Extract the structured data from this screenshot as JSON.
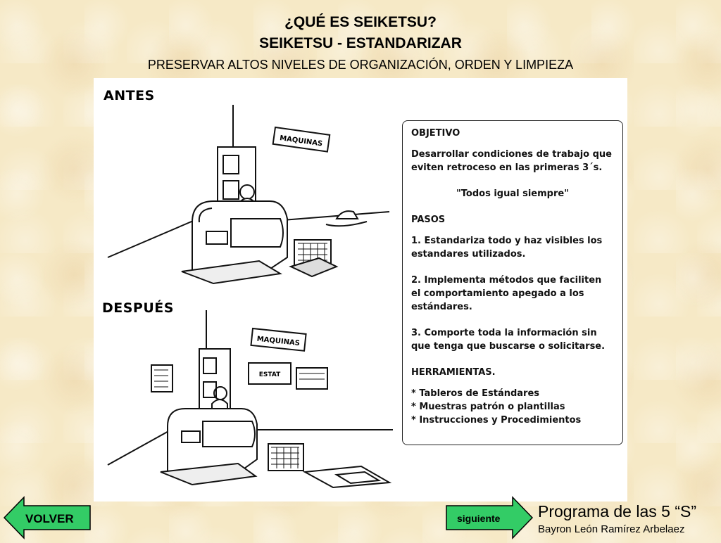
{
  "header": {
    "question": "¿QUÉ ES SEIKETSU?",
    "title": "SEIKETSU - ESTANDARIZAR",
    "subtitle": "PRESERVAR ALTOS NIVELES DE ORGANIZACIÓN, ORDEN Y LIMPIEZA"
  },
  "figure": {
    "antes_label": "ANTES",
    "despues_label": "DESPUÉS",
    "sign_maquinas": "MAQUINAS",
    "sign_estat": "ESTAT",
    "info": {
      "objetivo_title": "OBJETIVO",
      "objetivo_text": "Desarrollar condiciones de trabajo que eviten retroceso en las primeras 3´s.",
      "motto": "\"Todos igual siempre\"",
      "pasos_title": "PASOS",
      "paso1": "1. Estandariza todo y haz visibles los estandares utilizados.",
      "paso2": "2. Implementa métodos que faciliten el comportamiento apegado a los estándares.",
      "paso3": "3. Comporte toda la información sin que tenga que buscarse o solicitarse.",
      "herramientas_title": "HERRAMIENTAS.",
      "tool1": "* Tableros de Estándares",
      "tool2": "* Muestras patrón o plantillas",
      "tool3": "* Instrucciones y Procedimientos"
    }
  },
  "nav": {
    "back_label": "VOLVER",
    "next_label": "siguiente",
    "arrow_fill": "#33cc66"
  },
  "footer": {
    "program": "Programa de las 5 “S”",
    "author": "Bayron León Ramírez Arbelaez"
  }
}
